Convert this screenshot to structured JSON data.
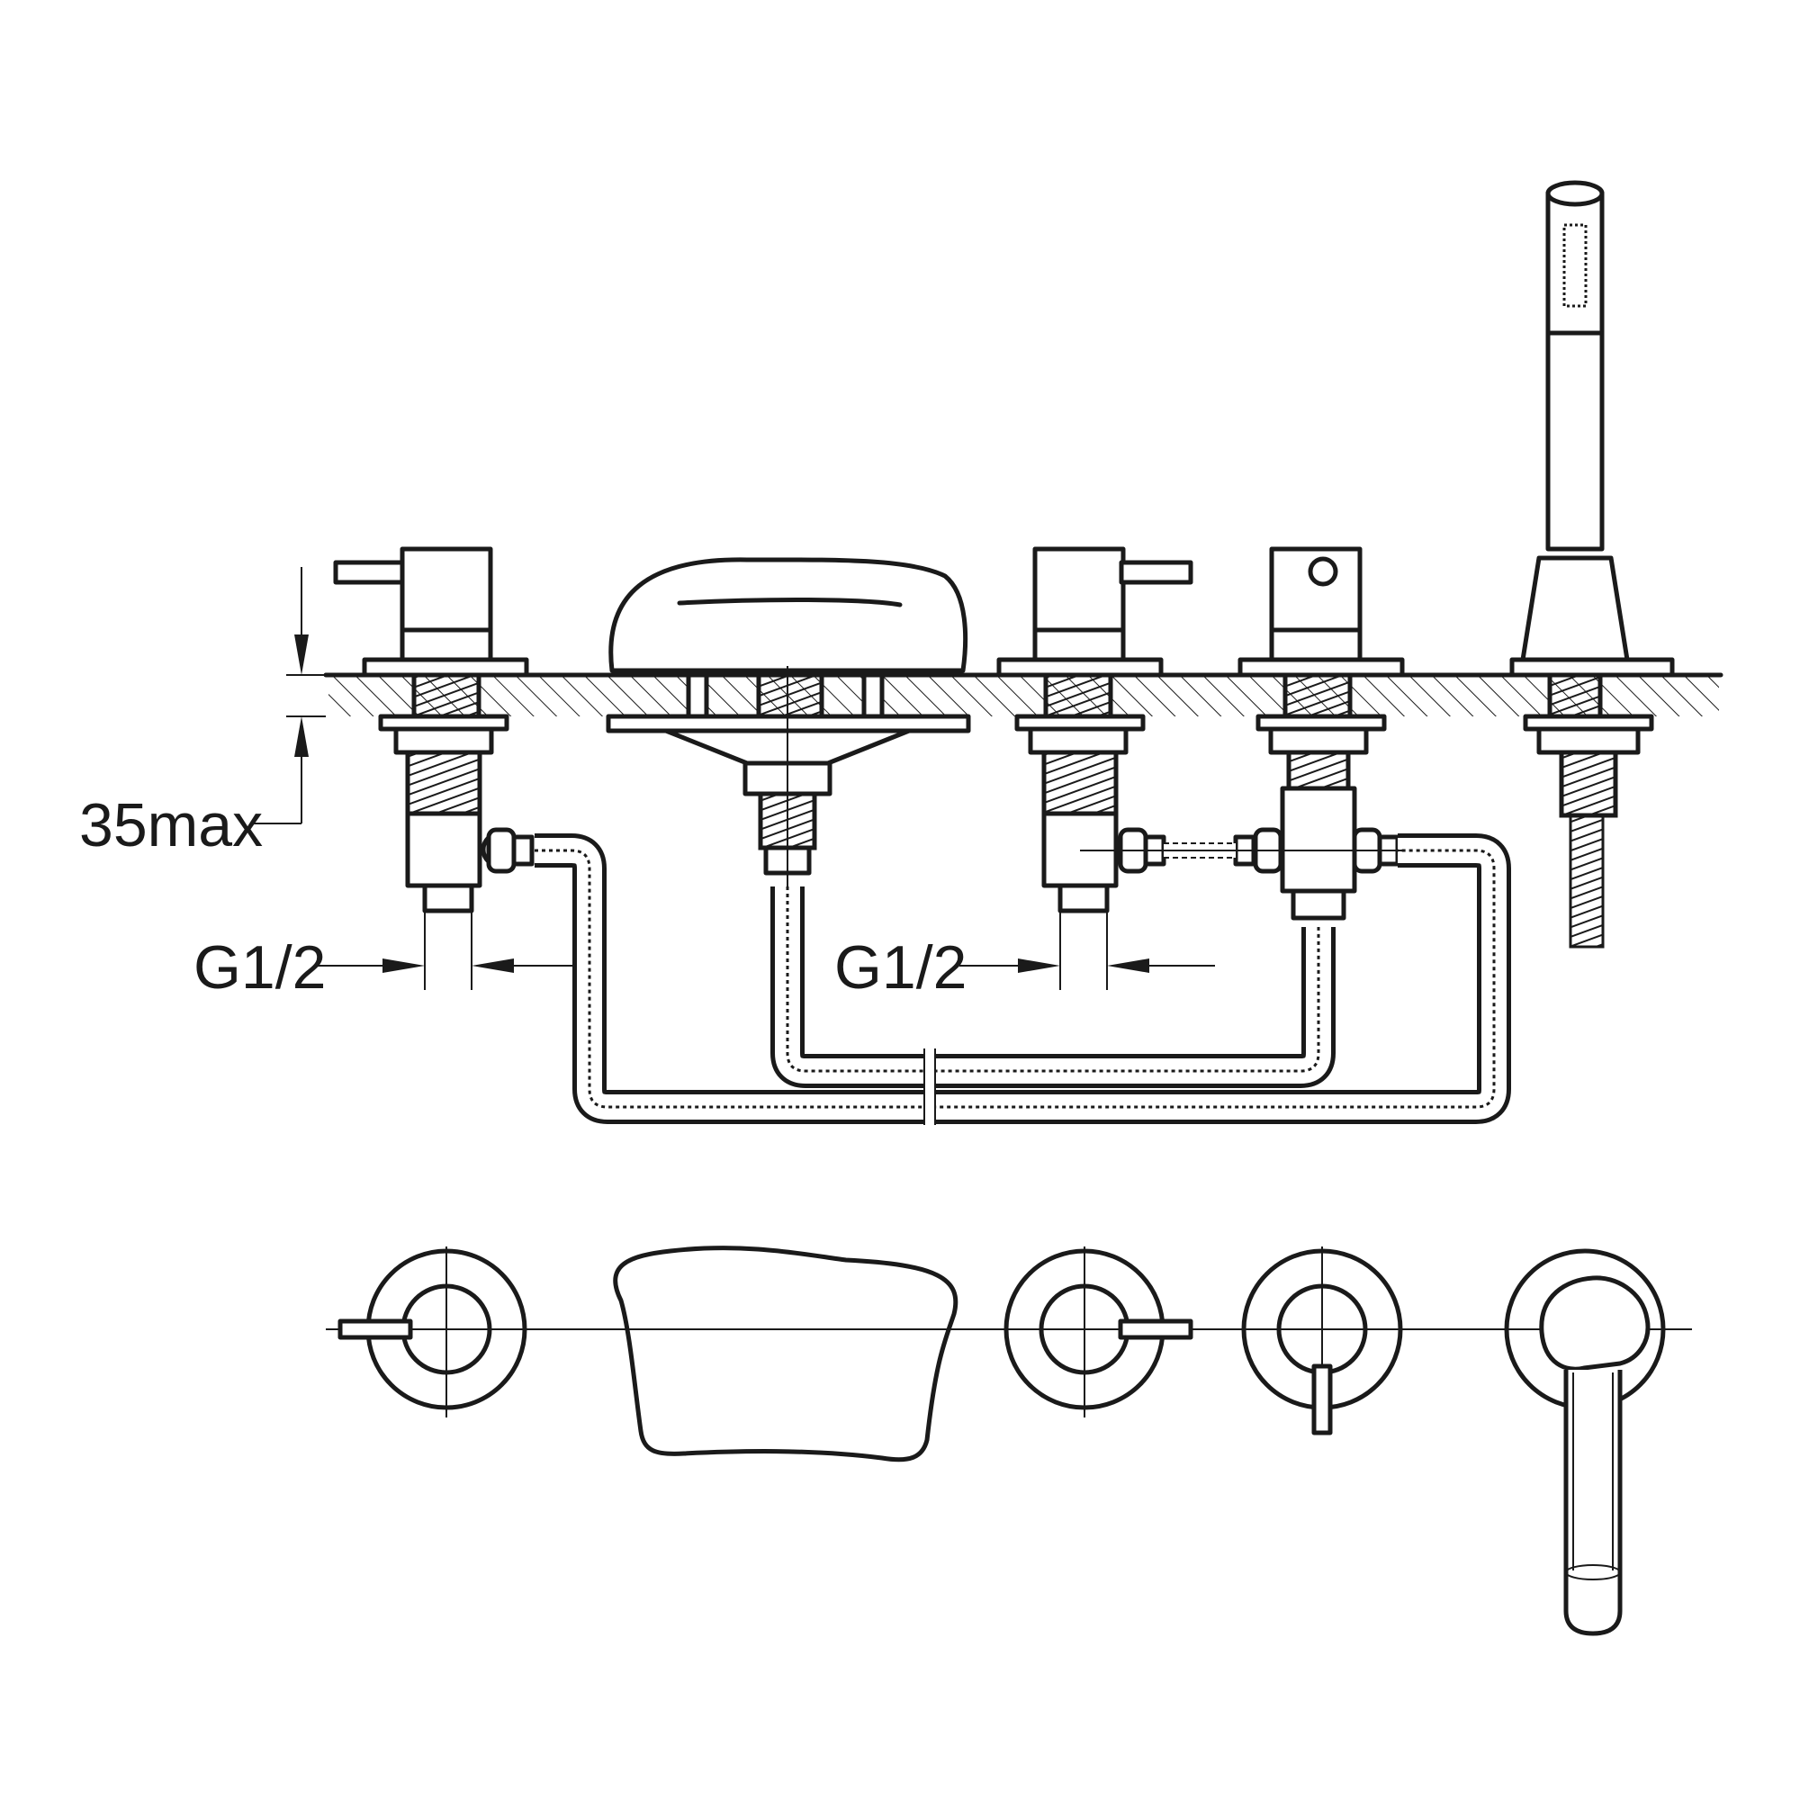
{
  "dimensions": {
    "deck_thickness": "35max",
    "connection_left": "G1/2",
    "connection_right": "G1/2"
  },
  "components": [
    {
      "name": "cold-valve",
      "type": "lever valve"
    },
    {
      "name": "bath-spout",
      "type": "spout"
    },
    {
      "name": "hot-valve",
      "type": "lever valve"
    },
    {
      "name": "diverter",
      "type": "diverter"
    },
    {
      "name": "hand-shower",
      "type": "hand shower with holder"
    }
  ]
}
